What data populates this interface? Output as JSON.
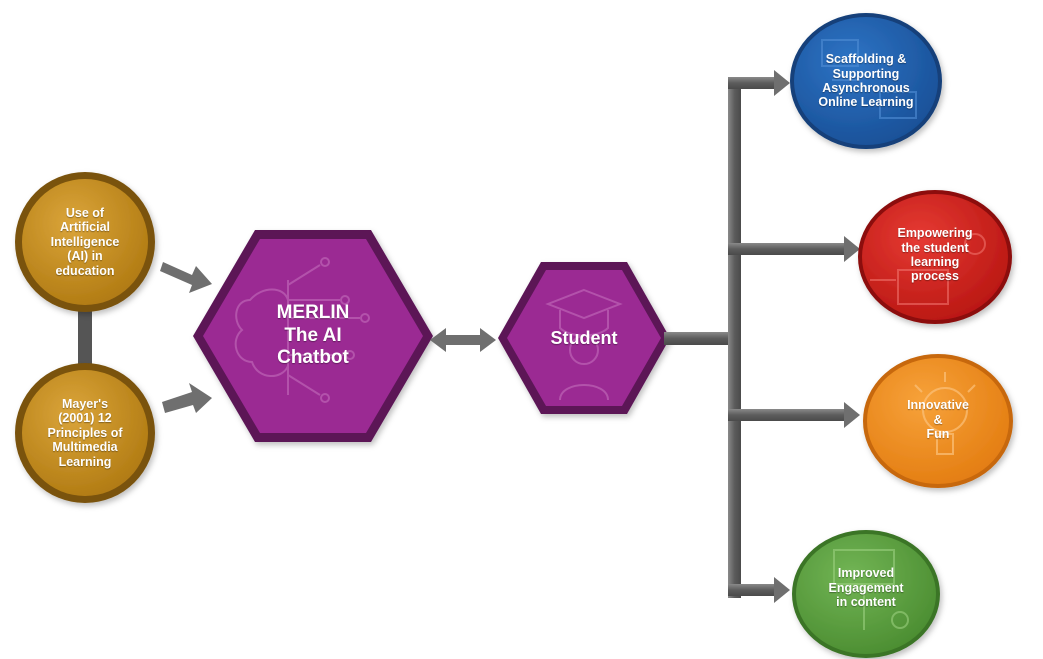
{
  "inputs": [
    {
      "label": "Use of\nArtificial\nIntelligence\n(AI) in\neducation",
      "color": "#c8901f"
    },
    {
      "label": "Mayer's\n(2001) 12\nPrinciples of\nMultimedia\nLearning",
      "color": "#c8901f"
    }
  ],
  "hub": {
    "label": "MERLIN\nThe AI\nChatbot",
    "color": "#9b2b93",
    "border": "#5b1457"
  },
  "student": {
    "label": "Student",
    "color": "#9b2b93",
    "border": "#5b1457"
  },
  "outcomes": [
    {
      "label": "Scaffolding &\nSupporting\nAsynchronous\nOnline Learning",
      "color": "#1f5faf"
    },
    {
      "label": "Empowering\nthe student\nlearning\nprocess",
      "color": "#d42320"
    },
    {
      "label": "Innovative\n&\nFun",
      "color": "#ef8e1f"
    },
    {
      "label": "Improved\nEngagement\nin content",
      "color": "#5ea341"
    }
  ],
  "connector_color": "#6f6f6f",
  "icons": [
    "brain-circuit-icon",
    "graduate-icon",
    "monitor-icon",
    "teacher-icon",
    "lightbulb-icon",
    "presentation-icon"
  ]
}
